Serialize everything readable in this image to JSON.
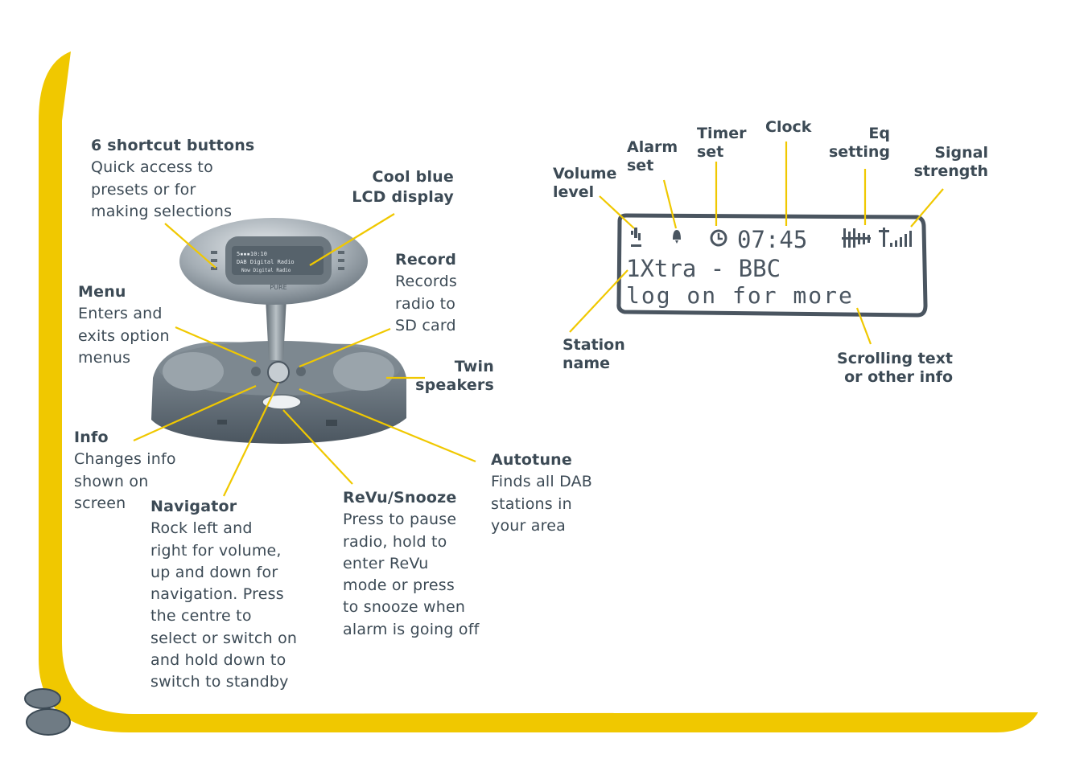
{
  "device_labels": {
    "shortcut": {
      "title": "6 shortcut buttons",
      "desc": "Quick access to\npresets or for\nmaking selections"
    },
    "lcd": {
      "title": "Cool blue\nLCD display"
    },
    "record": {
      "title": "Record",
      "desc": "Records\nradio to\nSD card"
    },
    "menu": {
      "title": "Menu",
      "desc": "Enters and\nexits option\nmenus"
    },
    "speakers": {
      "title": "Twin\nspeakers"
    },
    "info": {
      "title": "Info",
      "desc": "Changes info\nshown on\nscreen"
    },
    "navigator": {
      "title": "Navigator",
      "desc": "Rock left and\nright for volume,\nup and down for\nnavigation. Press\nthe centre to\nselect or switch on\nand hold down to\nswitch to standby"
    },
    "revu": {
      "title": "ReVu/Snooze",
      "desc": "Press to pause\nradio, hold to\nenter ReVu\nmode or press\nto snooze when\nalarm is going off"
    },
    "autotune": {
      "title": "Autotune",
      "desc": "Finds all DAB\nstations in\nyour area"
    }
  },
  "device_screen": {
    "line1": "5▪▪▪10:10",
    "line2": "DAB Digital Radio",
    "line3": "Now Digital Radio",
    "brand": "PURE"
  },
  "lcd_labels": {
    "volume": "Volume\nlevel",
    "alarm": "Alarm\nset",
    "timer": "Timer\nset",
    "clock": "Clock",
    "eq": "Eq\nsetting",
    "signal": "Signal\nstrength",
    "station": "Station\nname",
    "scrolling": "Scrolling text\nor other info"
  },
  "lcd_screen": {
    "time": "07:45",
    "station": "1Xtra - BBC",
    "scroll": "log on for more"
  },
  "colors": {
    "accent": "#f0c800",
    "text": "#3c4a55",
    "device": "#6f7b84"
  }
}
